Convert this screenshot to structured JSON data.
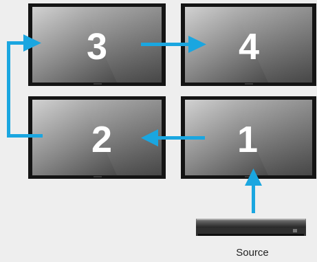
{
  "screens": [
    {
      "id": "screen-1",
      "label": "1"
    },
    {
      "id": "screen-2",
      "label": "2"
    },
    {
      "id": "screen-3",
      "label": "3"
    },
    {
      "id": "screen-4",
      "label": "4"
    }
  ],
  "source": {
    "label": "Source"
  },
  "colors": {
    "arrow": "#1aa6e0",
    "background": "#eeeeee",
    "bezel": "#141414",
    "screen_light": "#bdbdbd",
    "screen_dark": "#3a3a3a"
  },
  "flow": [
    "Source",
    "1",
    "2",
    "3",
    "4"
  ]
}
